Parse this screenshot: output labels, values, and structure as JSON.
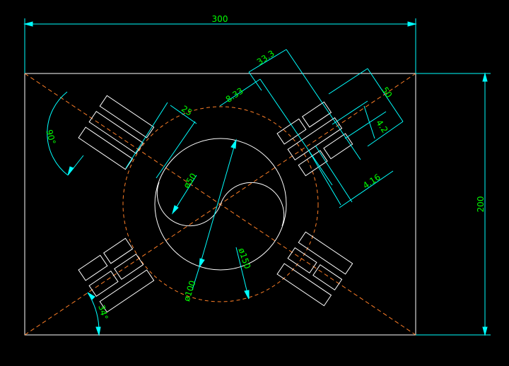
{
  "colors": {
    "background": "#000000",
    "geometry": "#ffffff",
    "dimension": "#00ffff",
    "text": "#00ff00",
    "construction": "#ff7f27"
  },
  "dimensions": {
    "overall_width": "300",
    "overall_height": "200",
    "bar_width": "25",
    "inner_offset": "8.33",
    "group_length": "33.3",
    "group_width": "50",
    "gap": "4.2",
    "bar_gap": "4.16",
    "diameter_small": "ø50",
    "diameter_circle": "ø100",
    "diameter_dashed": "ø150",
    "angle_diag": "90°",
    "angle_base": "34°"
  }
}
